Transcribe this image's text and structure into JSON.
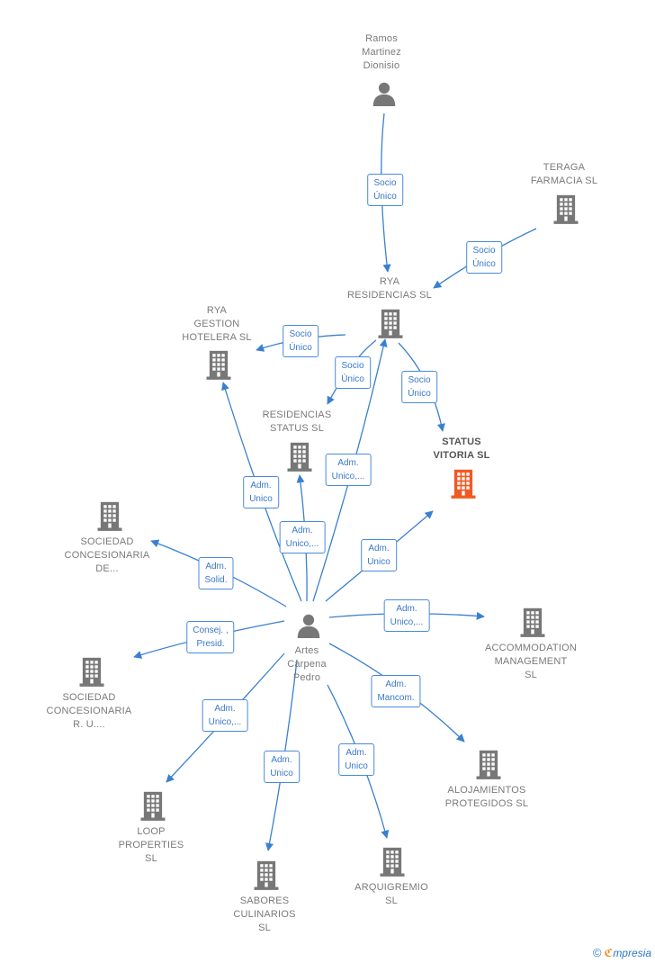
{
  "colors": {
    "edge": "#3a80d0",
    "node_icon": "#777777",
    "highlight": "#f05a24"
  },
  "nodes": [
    {
      "id": "ramos",
      "label": "Ramos\nMartinez\nDionisio",
      "icon": "person-icon"
    },
    {
      "id": "teraga",
      "label": "TERAGA\nFARMACIA  SL",
      "icon": "building-icon"
    },
    {
      "id": "rya_res",
      "label": "RYA\nRESIDENCIAS SL",
      "icon": "building-icon"
    },
    {
      "id": "rya_gest",
      "label": "RYA\nGESTION\nHOTELERA  SL",
      "icon": "building-icon"
    },
    {
      "id": "res_status",
      "label": "RESIDENCIAS\nSTATUS  SL",
      "icon": "building-icon"
    },
    {
      "id": "status_vitoria",
      "label": "STATUS\nVITORIA  SL",
      "icon": "building-icon",
      "highlight": true
    },
    {
      "id": "soc_conc_de",
      "label": "SOCIEDAD\nCONCESIONARIA\nDE...",
      "icon": "building-icon"
    },
    {
      "id": "artes",
      "label": "Artes\nCarpena\nPedro",
      "icon": "person-icon"
    },
    {
      "id": "accommodation",
      "label": "ACCOMMODATION\nMANAGEMENT\nSL",
      "icon": "building-icon"
    },
    {
      "id": "soc_conc_ru",
      "label": "SOCIEDAD\nCONCESIONARIA\nR.  U....",
      "icon": "building-icon"
    },
    {
      "id": "alojamientos",
      "label": "ALOJAMIENTOS\nPROTEGIDOS SL",
      "icon": "building-icon"
    },
    {
      "id": "loop",
      "label": "LOOP\nPROPERTIES\nSL",
      "icon": "building-icon"
    },
    {
      "id": "sabores",
      "label": "SABORES\nCULINARIOS\nSL",
      "icon": "building-icon"
    },
    {
      "id": "arquigremio",
      "label": "ARQUIGREMIO\nSL",
      "icon": "building-icon"
    }
  ],
  "edges": [
    {
      "from": "ramos",
      "to": "rya_res",
      "label": "Socio\nÚnico"
    },
    {
      "from": "teraga",
      "to": "rya_res",
      "label": "Socio\nÚnico"
    },
    {
      "from": "rya_res",
      "to": "rya_gest",
      "label": "Socio\nÚnico"
    },
    {
      "from": "rya_res",
      "to": "res_status",
      "label": "Socio\nÚnico"
    },
    {
      "from": "rya_res",
      "to": "status_vitoria",
      "label": "Socio\nÚnico"
    },
    {
      "from": "artes",
      "to": "rya_gest",
      "label": "Adm.\nUnico"
    },
    {
      "from": "artes",
      "to": "res_status",
      "label": "Adm.\nUnico,..."
    },
    {
      "from": "artes",
      "to": "rya_res",
      "label": "Adm.\nUnico,..."
    },
    {
      "from": "artes",
      "to": "status_vitoria",
      "label": "Adm.\nUnico"
    },
    {
      "from": "artes",
      "to": "soc_conc_de",
      "label": "Adm.\nSolid."
    },
    {
      "from": "artes",
      "to": "accommodation",
      "label": "Adm.\nUnico,..."
    },
    {
      "from": "artes",
      "to": "soc_conc_ru",
      "label": "Consej. ,\nPresid."
    },
    {
      "from": "artes",
      "to": "alojamientos",
      "label": "Adm.\nMancom."
    },
    {
      "from": "artes",
      "to": "loop",
      "label": "Adm.\nUnico,..."
    },
    {
      "from": "artes",
      "to": "sabores",
      "label": "Adm.\nUnico"
    },
    {
      "from": "artes",
      "to": "arquigremio",
      "label": "Adm.\nUnico"
    }
  ],
  "footer": {
    "copyright_symbol": "©",
    "brand_initial": "ℭ",
    "brand_rest": "mpresia"
  }
}
